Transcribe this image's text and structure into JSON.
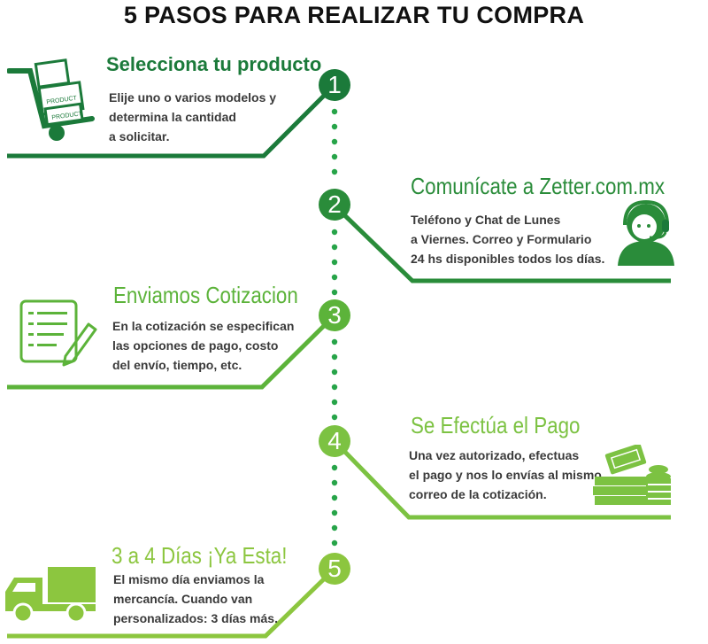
{
  "title": "5 PASOS PARA REALIZAR TU COMPRA",
  "colors": {
    "step1": "#1b7a3a",
    "step2": "#2a8c3a",
    "step3": "#5cb33a",
    "step4": "#7cc242",
    "step5": "#8cc63f",
    "dots": "#27a449",
    "text": "#3a3a3a"
  },
  "steps": [
    {
      "number": "1",
      "title": "Selecciona tu producto",
      "lines": [
        "Elije uno o varios modelos y",
        "determina la cantidad",
        "a solicitar."
      ],
      "icon": "hand-truck-boxes-icon",
      "box_label": "PRODUCT"
    },
    {
      "number": "2",
      "title": "Comunícate a Zetter.com.mx",
      "lines": [
        "Teléfono y Chat de Lunes",
        "a Viernes. Correo y Formulario",
        "24 hs disponibles todos los días."
      ],
      "icon": "support-agent-headset-icon"
    },
    {
      "number": "3",
      "title": "Enviamos Cotizacion",
      "lines": [
        "En la cotización se especifican",
        "las opciones de pago, costo",
        "del envío, tiempo, etc."
      ],
      "icon": "document-pencil-icon"
    },
    {
      "number": "4",
      "title": "Se Efectúa el Pago",
      "lines": [
        "Una vez autorizado, efectuas",
        "el pago y nos lo envías al mismo",
        "correo de la cotización."
      ],
      "icon": "money-stack-icon"
    },
    {
      "number": "5",
      "title": "3 a 4 Días ¡Ya Esta!",
      "lines": [
        "El mismo día enviamos la",
        "mercancía. Cuando van",
        "personalizados: 3 días más."
      ],
      "icon": "delivery-truck-icon"
    }
  ]
}
